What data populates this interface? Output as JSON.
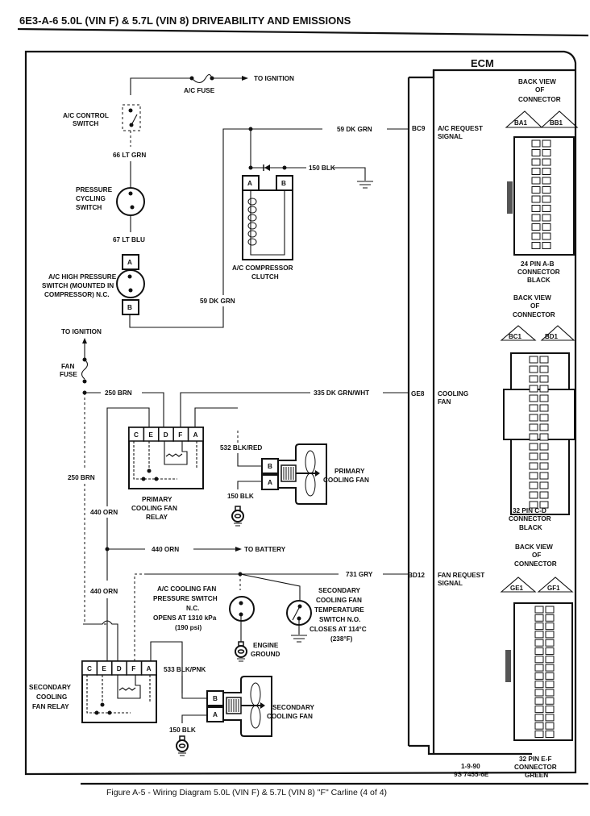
{
  "page": {
    "header": "6E3-A-6  5.0L  (VIN F)  &  5.7L  (VIN 8)  DRIVEABILITY AND EMISSIONS",
    "caption": "Figure A-5 - Wiring Diagram  5.0L  (VIN F)  &  5.7L  (VIN 8)  \"F\"  Carline  (4 of 4)",
    "doc_date": "1-9-90",
    "doc_number": "9S 7455-6E"
  },
  "ecm": {
    "title": "ECM",
    "pins": [
      {
        "id": "BC9",
        "signal_line1": "A/C REQUEST",
        "signal_line2": "SIGNAL"
      },
      {
        "id": "GE8",
        "signal_line1": "COOLING",
        "signal_line2": "FAN"
      },
      {
        "id": "BD12",
        "signal_line1": "FAN REQUEST",
        "signal_line2": "SIGNAL"
      }
    ],
    "connectors": [
      {
        "view_line1": "BACK VIEW",
        "view_line2": "OF",
        "view_line3": "CONNECTOR",
        "pin_left": "BA1",
        "pin_right": "BB1",
        "name_line1": "24 PIN A-B",
        "name_line2": "CONNECTOR",
        "name_line3": "BLACK"
      },
      {
        "view_line1": "BACK VIEW",
        "view_line2": "OF",
        "view_line3": "CONNECTOR",
        "pin_left": "BC1",
        "pin_right": "BD1",
        "name_line1": "32 PIN C-D",
        "name_line2": "CONNECTOR",
        "name_line3": "BLACK"
      },
      {
        "view_line1": "BACK VIEW",
        "view_line2": "OF",
        "view_line3": "CONNECTOR",
        "pin_left": "GE1",
        "pin_right": "GF1",
        "name_line1": "32 PIN E-F",
        "name_line2": "CONNECTOR",
        "name_line3": "GREEN"
      }
    ]
  },
  "wires": {
    "to_ignition_top": "TO IGNITION",
    "ac_fuse": "A/C FUSE",
    "w66": "66 LT GRN",
    "w67": "67 LT BLU",
    "w59_top": "59 DK GRN",
    "w59_left": "59 DK GRN",
    "w150_clutch": "150 BLK",
    "to_ignition_fan": "TO IGNITION",
    "fan_fuse_line1": "FAN",
    "fan_fuse_line2": "FUSE",
    "w250_top": "250 BRN",
    "w250_side": "250 BRN",
    "w335": "335 DK GRN/WHT",
    "w532": "532 BLK/RED",
    "w150_primary": "150 BLK",
    "w440_upper": "440 ORN",
    "w440_mid": "440 ORN",
    "w440_lower": "440 ORN",
    "to_battery": "TO BATTERY",
    "w731": "731 GRY",
    "w533": "533 BLK/PNK",
    "w150_secondary": "150 BLK"
  },
  "components": {
    "ac_control_switch": [
      "A/C CONTROL",
      "SWITCH"
    ],
    "pressure_cycling_switch": [
      "PRESSURE",
      "CYCLING",
      "SWITCH"
    ],
    "ac_high_pressure_switch": [
      "A/C HIGH PRESSURE",
      "SWITCH (MOUNTED IN",
      "COMPRESSOR) N.C."
    ],
    "ac_compressor_clutch": [
      "A/C COMPRESSOR",
      "CLUTCH"
    ],
    "primary_relay": [
      "PRIMARY",
      "COOLING FAN",
      "RELAY"
    ],
    "primary_fan": [
      "PRIMARY",
      "COOLING FAN"
    ],
    "ac_fan_pressure_switch": [
      "A/C COOLING FAN",
      "PRESSURE SWITCH",
      "N.C.",
      "OPENS AT 1310 kPa",
      "(190 psi)"
    ],
    "secondary_temp_switch": [
      "SECONDARY",
      "COOLING FAN",
      "TEMPERATURE",
      "SWITCH N.O.",
      "CLOSES AT 114°C",
      "(238°F)"
    ],
    "engine_ground": [
      "ENGINE",
      "GROUND"
    ],
    "secondary_relay": [
      "SECONDARY",
      "COOLING",
      "FAN RELAY"
    ],
    "secondary_fan": [
      "SECONDARY",
      "COOLING FAN"
    ],
    "relay_terminals": [
      "C",
      "E",
      "D",
      "F",
      "A"
    ],
    "terminal_a": "A",
    "terminal_b": "B"
  }
}
